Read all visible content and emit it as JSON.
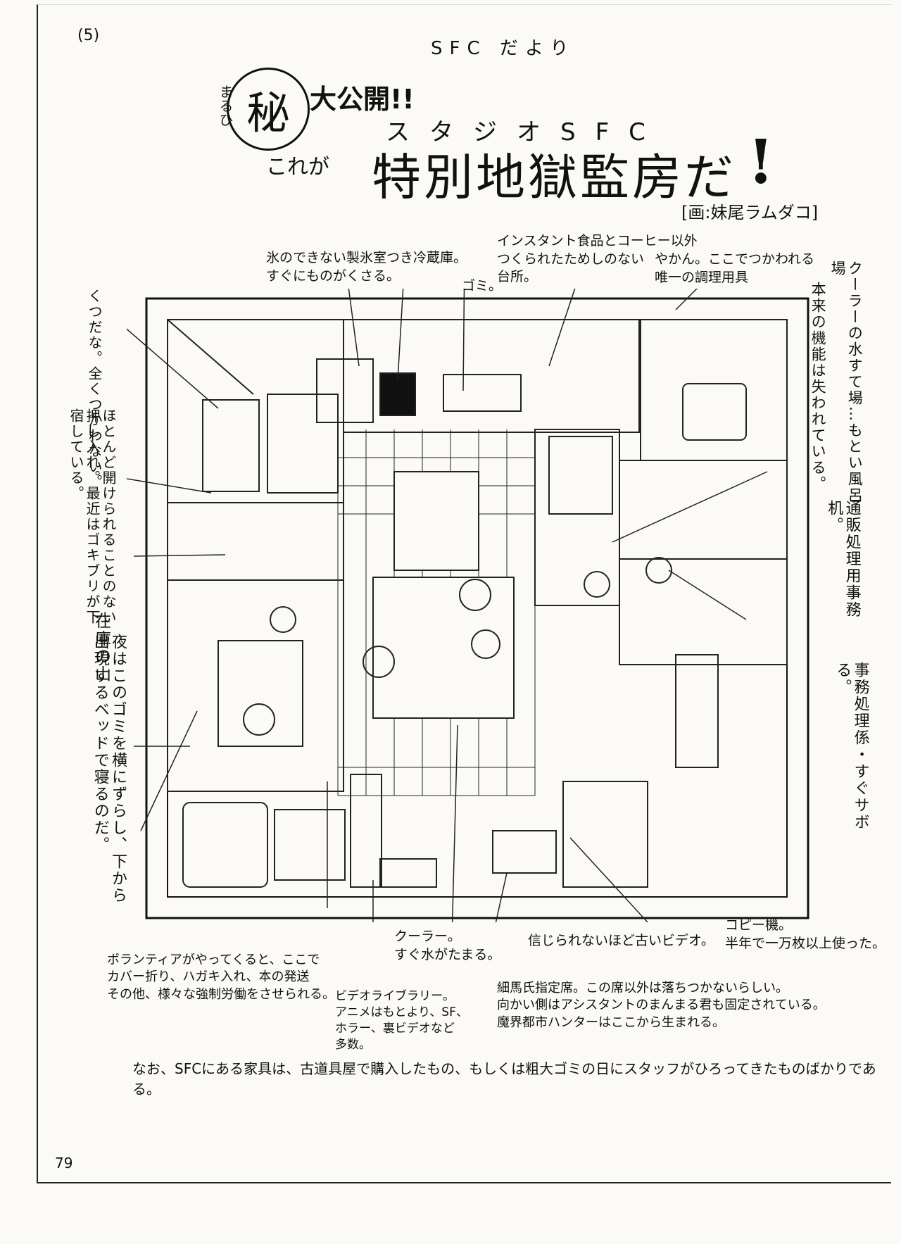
{
  "page": {
    "number": "(5)",
    "column": "SFC だより",
    "folio": "79"
  },
  "headline": {
    "stamp_reading": "まるひ",
    "stamp": "秘",
    "reveal": "大公開!!",
    "kore_ga": "これが",
    "main": "特別地獄監房だ",
    "ruby": "スタジオSFC",
    "bang": "!",
    "credit": "[画:妹尾ラムダコ]"
  },
  "labels": {
    "freezer": "氷のできない製氷室つき冷蔵庫。\nすぐにものがくさる。",
    "trash": "ゴミ。",
    "kitchen": "インスタント食品とコーヒー以外\nつくられたためしのない\n台所。",
    "kettle": "やかん。ここでつかわれる\n唯一の調理用具",
    "shoes": "くつだな。全くつかわない。",
    "closet": "ほとんど開けられることのない押し入れ。最近はゴキブリが下宿している。",
    "stock": "在庫の山",
    "bed": "夜はこのゴミを横にずらし、下から出現するベッドで寝るのだ。",
    "cooler_water": "クーラーの水すて場…もとい風呂場",
    "lost_function": "本来の機能は失われている。",
    "mail_desk": "通販処理用事務机。",
    "office_staff": "事務処理係・すぐサボる。",
    "volunteer": "ボランティアがやってくると、ここで\nカバー折り、ハガキ入れ、本の発送\nその他、様々な強制労働をさせられる。",
    "library": "ビデオライブラリー。\nアニメはもとより、SF、\nホラー、裏ビデオなど\n多数。",
    "cooler": "クーラー。\nすぐ水がたまる。",
    "video": "信じられないほど古いビデオ。",
    "copier": "コピー機。\n半年で一万枚以上使った。",
    "seat": "細馬氏指定席。この席以外は落ちつかないらしい。\n向かい側はアシスタントのまんまる君も固定されている。\n魔界都市ハンターはここから生まれる。"
  },
  "footer_note": "なお、SFCにある家具は、古道具屋で購入したもの、もしくは粗大ゴミの日にスタッフがひろってきたものばかりである。"
}
